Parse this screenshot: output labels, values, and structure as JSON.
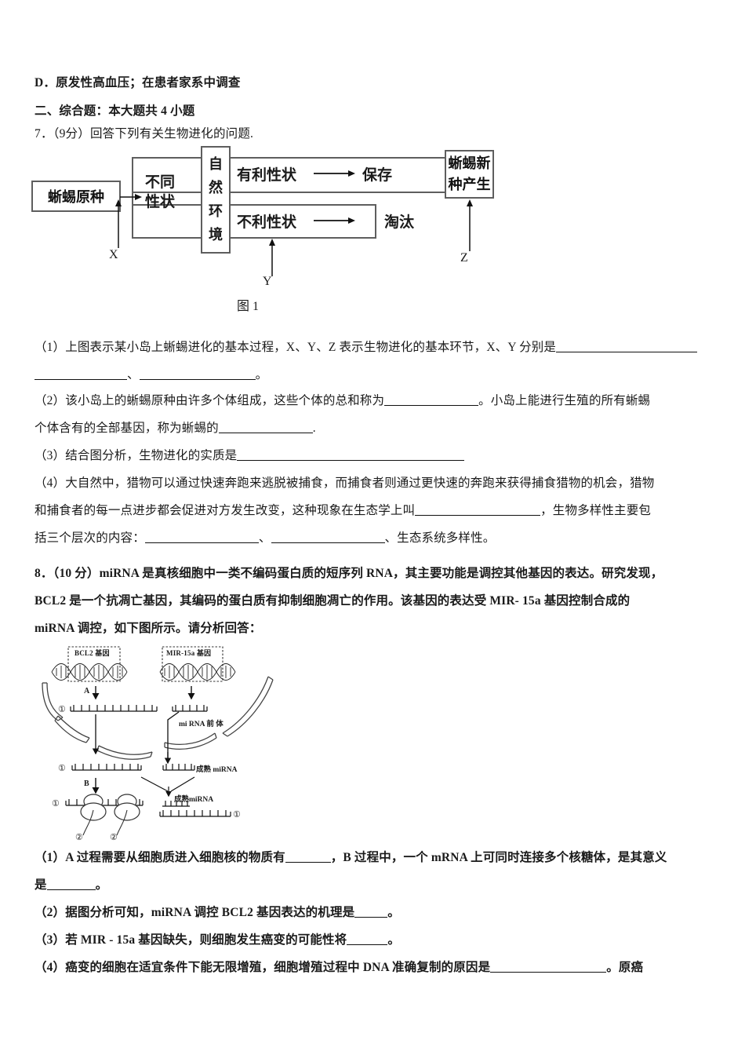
{
  "document": {
    "option_d": "D．原发性高血压；在患者家系中调查",
    "section_heading": "二、综合题：本大题共 4 小题"
  },
  "q7": {
    "stem": "7．（9分）回答下列有关生物进化的问题.",
    "figure_caption": "图 1",
    "figure": {
      "box_origin": "蜥蜴原种",
      "box_traits": "不同性状",
      "box_traits_l1": "不同",
      "box_traits_l2": "性状",
      "box_env": "自然环境",
      "box_env_c1": "自",
      "box_env_c2": "然",
      "box_env_c3": "环",
      "box_env_c4": "境",
      "favorable": "有利性状",
      "favorable_result": "保存",
      "unfavorable": "不利性状",
      "unfavorable_result": "淘汰",
      "box_new_species": "蜥蜴新种产生",
      "box_new_species_l1": "蜥蜴新",
      "box_new_species_l2": "种产生",
      "label_x": "X",
      "label_y": "Y",
      "label_z": "Z"
    },
    "parts": {
      "p1_a": "（1）上图表示某小岛上蜥蜴进化的基本过程，X、Y、Z 表示生物进化的基本环节，X、Y 分别是",
      "p1_b_sep1": "、",
      "p1_b_end": "。",
      "p2_a": "（2）该小岛上的蜥蜴原种由许多个体组成，这些个体的总和称为",
      "p2_b": "。小岛上能进行生殖的所有蜥蜴",
      "p2_c": "个体含有的全部基因，称为蜥蜴的",
      "p2_d": ".",
      "p3_a": "（3）结合图分析，生物进化的实质是",
      "p4_a": "（4）大自然中，猎物可以通过快速奔跑来逃脱被捕食，而捕食者则通过更快速的奔跑来获得捕食猎物的机会，猎物",
      "p4_b": "和捕食者的每一点进步都会促进对方发生改变，这种现象在生态学上叫",
      "p4_c": "，生物多样性主要包",
      "p4_d": "括三个层次的内容：",
      "p4_e": "、",
      "p4_f": "、生态系统多样性。"
    }
  },
  "q8": {
    "stem_l1": "8．（10 分）miRNA 是真核细胞中一类不编码蛋白质的短序列 RNA，其主要功能是调控其他基因的表达。研究发现，",
    "stem_l2": "BCL2 是一个抗凋亡基因，其编码的蛋白质有抑制细胞凋亡的作用。该基因的表达受 MIR- 15a 基因控制合成的",
    "stem_l3": "miRNA 调控，如下图所示。请分析回答：",
    "figure": {
      "bcl2_gene": "BCL2 基因",
      "mir15a_gene": "MIR-15a 基因",
      "mirna_precursor": "mi RNA 前 体",
      "mature_mirna_1": "成熟 miRNA",
      "mature_mirna_2": "成熟miRNA",
      "label_a": "A",
      "label_b": "B",
      "marker_1": "①",
      "marker_2": "②"
    },
    "parts": {
      "p1_a": "（1）A 过程需要从细胞质进入细胞核的物质有",
      "p1_b": "，B 过程中，一个 mRNA 上可同时连接多个核糖体，是其意义",
      "p1_c": "是",
      "p1_d": "。",
      "p2_a": "（2）据图分析可知，miRNA 调控 BCL2 基因表达的机理是",
      "p2_b": "。",
      "p3_a": "（3）若 MIR - 15a 基因缺失，则细胞发生癌变的可能性将",
      "p3_b": "。",
      "p4_a": "（4）癌变的细胞在适宜条件下能无限增殖，细胞增殖过程中 DNA 准确复制的原因是",
      "p4_b": "。原癌"
    }
  },
  "colors": {
    "text": "#1a1a1a",
    "box_stroke": "#5e5e5e",
    "line": "#111111",
    "background": "#ffffff"
  }
}
